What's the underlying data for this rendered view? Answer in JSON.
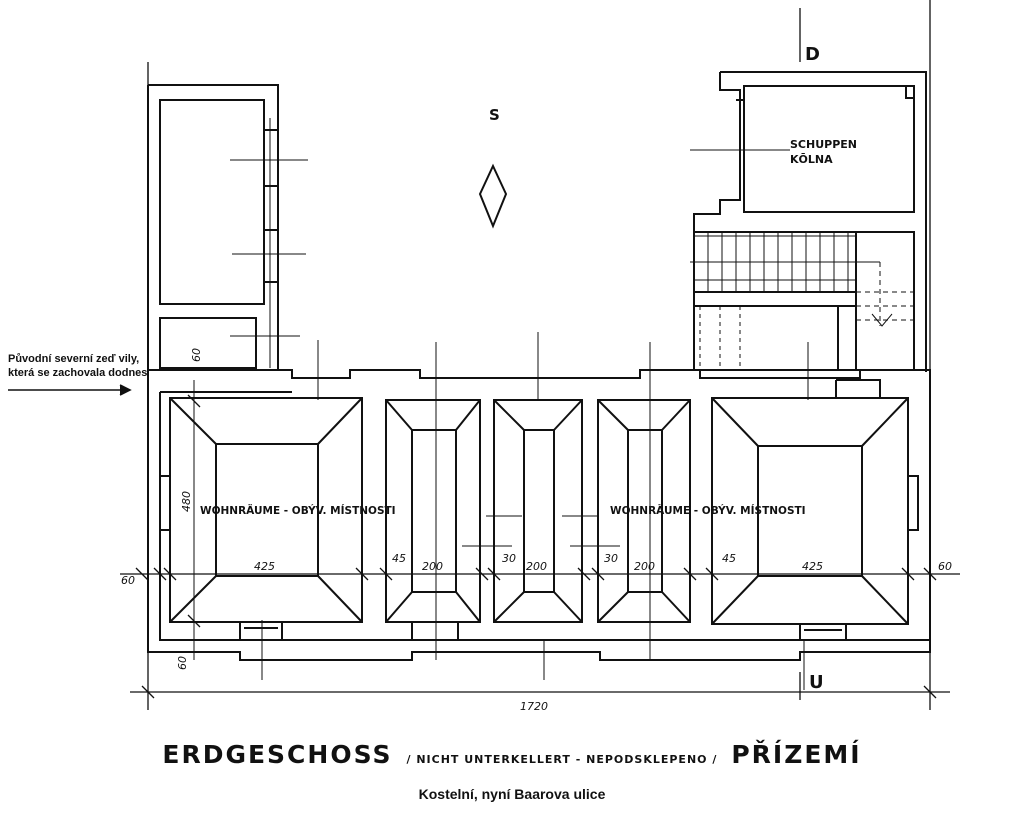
{
  "orientation": {
    "north_label": "S"
  },
  "section_marks": {
    "top": "D",
    "bottom": "U"
  },
  "rooms": {
    "shed_line1": "SCHUPPEN",
    "shed_line2": "KŌLNA",
    "living_left": "WOHNRÄUME - OBÝV. MÍSTNOSTI",
    "living_right": "WOHNRÄUME - OBÝV. MÍSTNOSTI"
  },
  "dimensions": {
    "left_wall": "60",
    "wall_gap": "60",
    "height": "480",
    "bottom_left": "60",
    "left_room": "425",
    "w45a": "45",
    "room2": "200",
    "w30a": "30",
    "room3": "200",
    "w30b": "30",
    "room4": "200",
    "w45b": "45",
    "right_room": "425",
    "right_wall": "60",
    "total": "1720"
  },
  "annotation": {
    "line1": "Původní severní zeď vily,",
    "line2": "která se zachovala dodnes"
  },
  "title": {
    "german": "ERDGESCHOSS",
    "note": "/ NICHT UNTERKELLERT - NEPODSKLEPENO /",
    "czech": "PŘÍZEMÍ",
    "street": "Kostelní, nyní Baarova ulice"
  }
}
